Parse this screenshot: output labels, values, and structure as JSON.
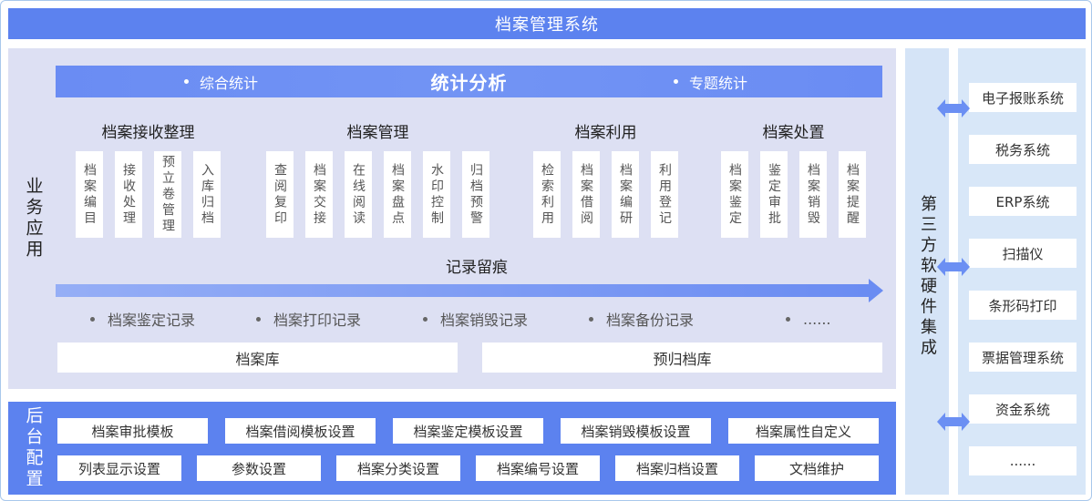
{
  "title": "档案管理系统",
  "business": {
    "label": "业务应用",
    "stats": {
      "left": "综合统计",
      "title": "统计分析",
      "right": "专题统计"
    },
    "groups": [
      {
        "title": "档案接收整理",
        "items": [
          "档案编目",
          "接收处理",
          "预立卷管理",
          "入库归档"
        ]
      },
      {
        "title": "档案管理",
        "items": [
          "查阅复印",
          "档案交接",
          "在线阅读",
          "档案盘点",
          "水印控制",
          "归档预警"
        ]
      },
      {
        "title": "档案利用",
        "items": [
          "检索利用",
          "档案借阅",
          "档案编研",
          "利用登记"
        ]
      },
      {
        "title": "档案处置",
        "items": [
          "档案鉴定",
          "鉴定审批",
          "档案销毁",
          "档案提醒"
        ]
      }
    ],
    "records": {
      "title": "记录留痕",
      "items": [
        "档案鉴定记录",
        "档案打印记录",
        "档案销毁记录",
        "档案备份记录",
        "......"
      ]
    },
    "repositories": [
      "档案库",
      "预归档库"
    ]
  },
  "backend": {
    "label": "后台配置",
    "row1": [
      "档案审批模板",
      "档案借阅模板设置",
      "档案鉴定模板设置",
      "档案销毁模板设置",
      "档案属性自定义"
    ],
    "row2": [
      "列表显示设置",
      "参数设置",
      "档案分类设置",
      "档案编号设置",
      "档案归档设置",
      "文档维护"
    ]
  },
  "integration": {
    "label": "第三方软硬件集成",
    "systems": [
      "电子报账系统",
      "税务系统",
      "ERP系统",
      "扫描仪",
      "条形码打印",
      "票据管理系统",
      "资金系统",
      "......"
    ]
  },
  "icons": {
    "connector": "double-arrow-icon",
    "flow": "flow-arrow-icon",
    "bullet": "bullet-icon"
  },
  "colors": {
    "primary_blue": "#5c82ef",
    "stats_bar": "#7294f4",
    "business_panel": "#dde0f3",
    "integration_panel": "#d5e4f7",
    "systems_panel": "#d8e7f8",
    "connector": "#6b8ff3",
    "border": "#a9c8ec"
  }
}
